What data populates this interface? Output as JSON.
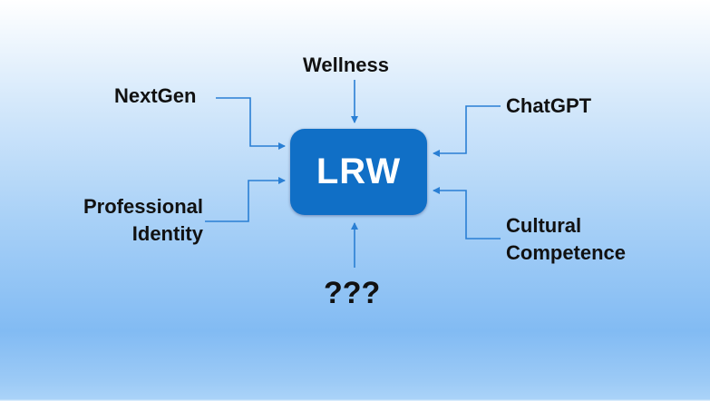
{
  "center": {
    "label": "LRW",
    "color": "#106fc6"
  },
  "inputs": {
    "top": "Wellness",
    "top_left": "NextGen",
    "bottom_left_line1": "Professional",
    "bottom_left_line2": "Identity",
    "top_right": "ChatGPT",
    "bottom_right_line1": "Cultural",
    "bottom_right_line2": "Competence",
    "bottom": "???"
  },
  "arrow_color": "#2a7fd4"
}
